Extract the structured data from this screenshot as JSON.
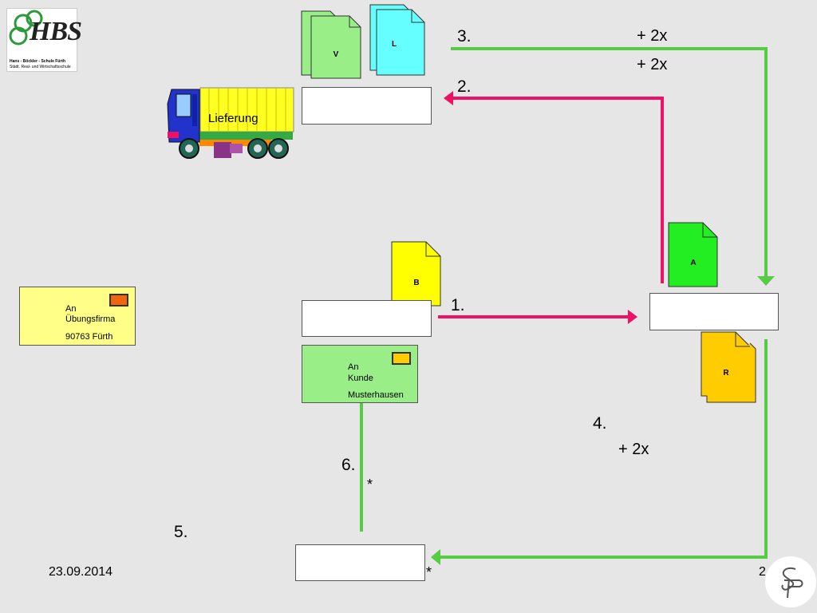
{
  "logo": {
    "text": "HBS",
    "caption_line1": "Hans - Böckler - Schule Fürth",
    "caption_line2": "Städt. Real- und Wirtschaftsschule"
  },
  "truck": {
    "label": "Lieferung"
  },
  "documents": {
    "v": "V",
    "l": "L",
    "b": "B",
    "a": "A",
    "r": "R"
  },
  "steps": {
    "s1": "1.",
    "s2": "2.",
    "s3": "3.",
    "s4": "4.",
    "s5": "5.",
    "s6": "6."
  },
  "multipliers": {
    "m3a": "+ 2x",
    "m3b": "+ 2x",
    "m4": "+ 2x"
  },
  "stars": {
    "star6": "*",
    "star5": "*"
  },
  "envelope_company": {
    "line1": "An",
    "line2": "Übungsfirma",
    "line3": "90763 Fürth"
  },
  "envelope_customer": {
    "line1": "An",
    "line2": "Kunde",
    "line3": "Musterhausen"
  },
  "footer": {
    "date": "23.09.2014",
    "page": "2"
  },
  "colors": {
    "green": "#55cc44",
    "pink": "#ee1166",
    "yellow": "#ffff00",
    "light_green": "#99ee88",
    "cyan": "#66ffff",
    "bright_green": "#22ee22",
    "orange": "#ffcc00"
  }
}
